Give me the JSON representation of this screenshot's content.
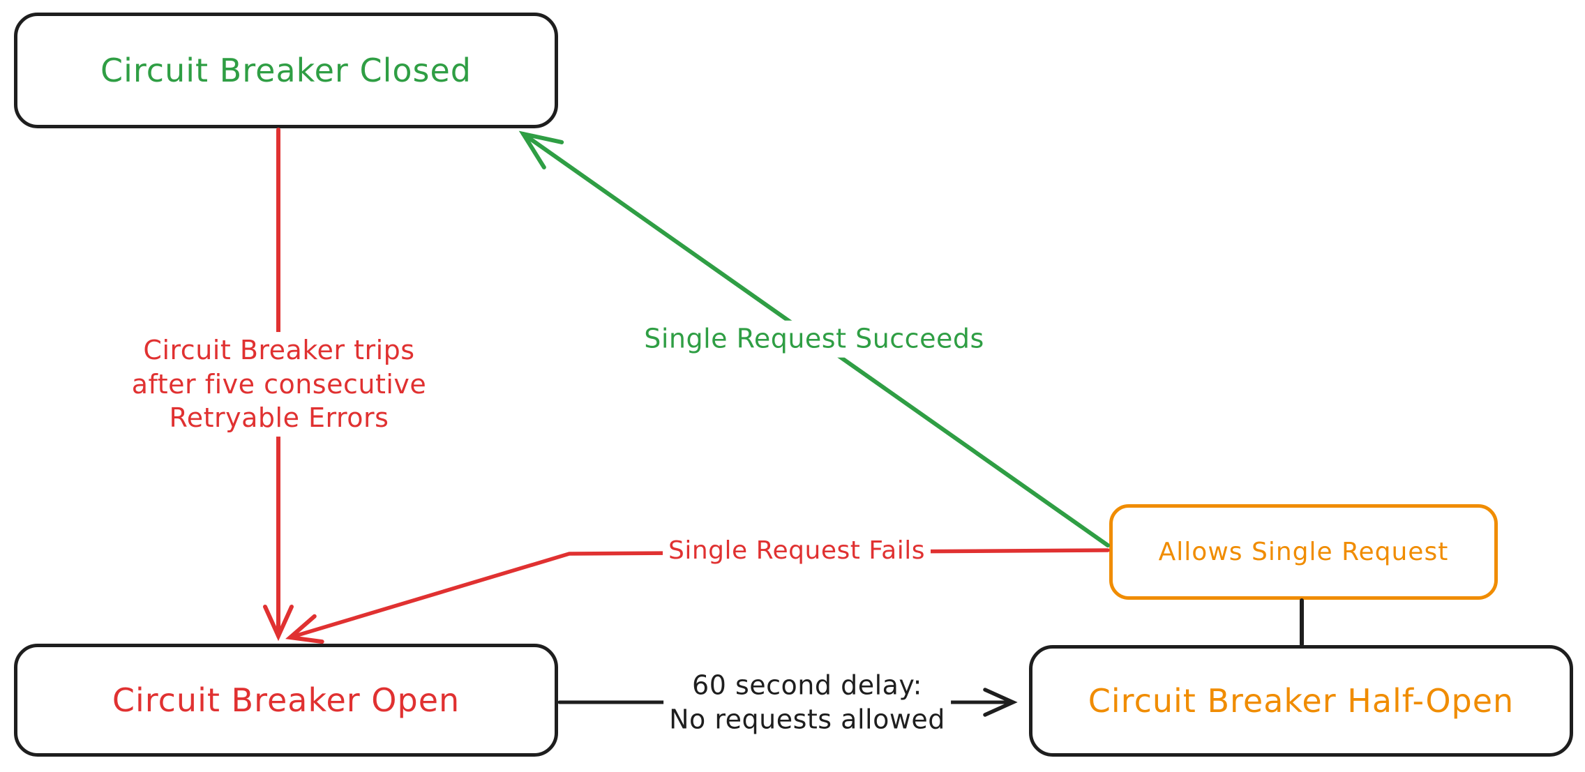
{
  "diagram_type": "circuit-breaker-state-diagram",
  "palette": {
    "green": "#2f9e44",
    "red": "#e03131",
    "orange": "#f08c00",
    "ink": "#1e1e1e",
    "background": "#ffffff"
  },
  "nodes": {
    "closed": {
      "label": "Circuit Breaker Closed",
      "text_color": "#2f9e44",
      "border_color": "#1e1e1e"
    },
    "open": {
      "label": "Circuit Breaker Open",
      "text_color": "#e03131",
      "border_color": "#1e1e1e"
    },
    "half_open": {
      "label": "Circuit Breaker Half-Open",
      "text_color": "#f08c00",
      "border_color": "#1e1e1e"
    },
    "allows": {
      "label": "Allows Single Request",
      "text_color": "#f08c00",
      "border_color": "#f08c00"
    }
  },
  "edges": {
    "trips": {
      "from": "closed",
      "to": "open",
      "color": "#e03131",
      "label_lines": [
        "Circuit Breaker trips",
        "after five consecutive",
        "Retryable Errors"
      ]
    },
    "succeeds": {
      "from": "allows",
      "to": "closed",
      "color": "#2f9e44",
      "label": "Single Request Succeeds"
    },
    "fails": {
      "from": "allows",
      "to": "open",
      "color": "#e03131",
      "label": "Single Request Fails"
    },
    "delay": {
      "from": "open",
      "to": "half_open",
      "color": "#1e1e1e",
      "label_lines": [
        "60 second delay:",
        "No requests allowed"
      ]
    },
    "half_open_to_allows": {
      "from": "half_open",
      "to": "allows",
      "color": "#1e1e1e",
      "label": ""
    }
  }
}
